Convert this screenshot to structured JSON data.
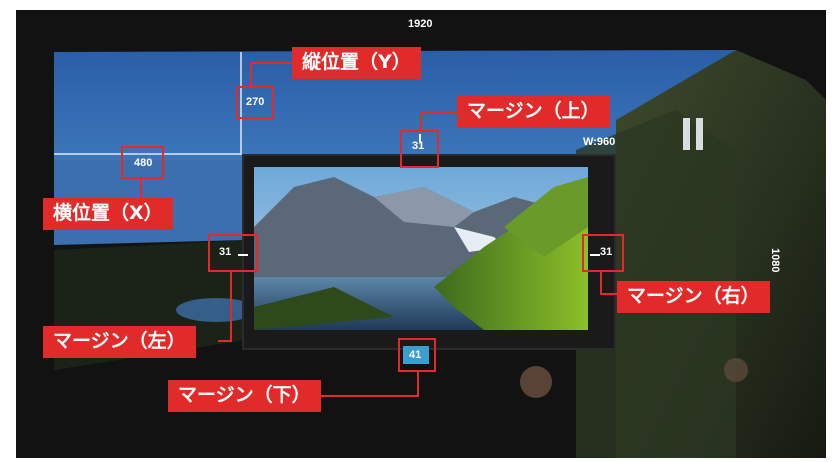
{
  "screen": {
    "width_label": "1920",
    "height_label": "1080",
    "window_width_label": "W:960",
    "pause_icon": "pause-icon"
  },
  "values": {
    "y_pos": "270",
    "x_pos": "480",
    "margin_top": "31",
    "margin_left": "31",
    "margin_right": "31",
    "margin_bottom": "41"
  },
  "callouts": {
    "y_pos": "縦位置（Y）",
    "x_pos": "横位置（X）",
    "margin_top": "マージン（上）",
    "margin_left": "マージン（左）",
    "margin_right": "マージン（右）",
    "margin_bottom": "マージン（下）"
  },
  "colors": {
    "callout": "#e12a2a",
    "value_highlight": "#3a9fd0"
  }
}
